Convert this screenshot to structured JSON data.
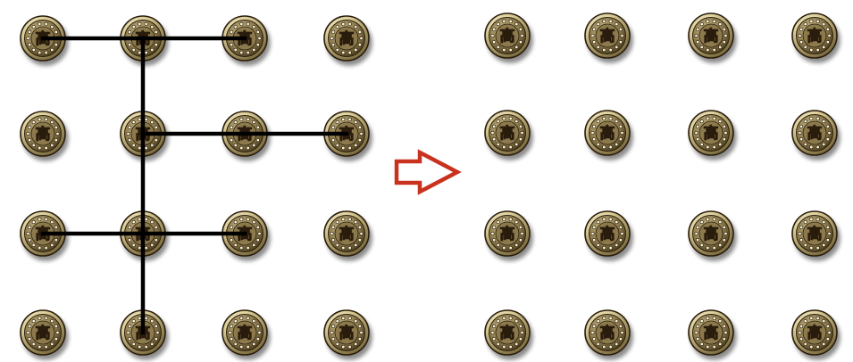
{
  "coin": {
    "glyph": "高",
    "rim_color": "#e6dcae",
    "face_color": "#8c7a4e",
    "dark_color": "#2a1e0c",
    "highlight_color": "#fbf6da"
  },
  "connector_color": "#000000",
  "arrow": {
    "icon": "right-arrow-outline-icon",
    "color": "#c8321e"
  },
  "left_board": {
    "rows": 4,
    "cols": 4,
    "segments": [
      {
        "from": [
          0,
          0
        ],
        "to": [
          0,
          2
        ]
      },
      {
        "from": [
          0,
          1
        ],
        "to": [
          3,
          1
        ]
      },
      {
        "from": [
          1,
          1
        ],
        "to": [
          1,
          3
        ]
      },
      {
        "from": [
          2,
          0
        ],
        "to": [
          2,
          2
        ]
      }
    ]
  },
  "right_board": {
    "rows": 4,
    "cols": 4,
    "segments": []
  }
}
